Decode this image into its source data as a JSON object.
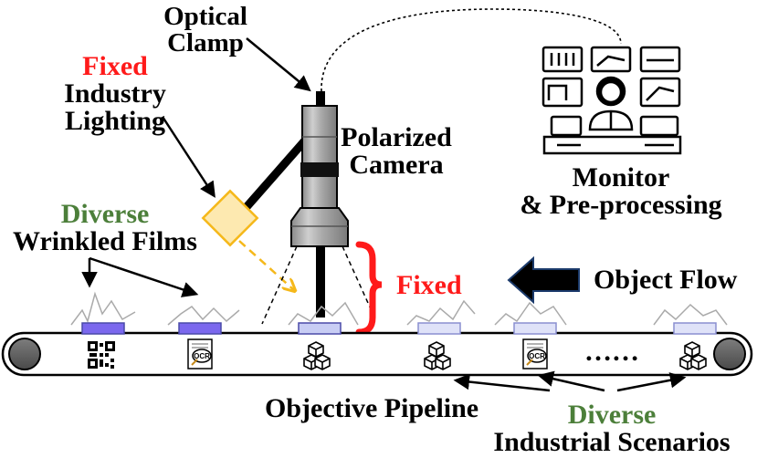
{
  "labels": {
    "optical_clamp_1": "Optical",
    "optical_clamp_2": "Clamp",
    "fixed_1": "Fixed",
    "industry": "Industry",
    "lighting": "Lighting",
    "polarized": "Polarized",
    "camera": "Camera",
    "monitor": "Monitor",
    "preprocessing": "& Pre-processing",
    "diverse_1": "Diverse",
    "wrinkled_films": "Wrinkled Films",
    "fixed_2": "Fixed",
    "object_flow": "Object Flow",
    "ellipsis": "……",
    "objective_pipeline": "Objective Pipeline",
    "diverse_2": "Diverse",
    "industrial_scenarios": "Industrial Scenarios"
  },
  "items": [
    {
      "icon": "qr-code-icon"
    },
    {
      "icon": "ocr-document-icon",
      "tag": "OCR"
    },
    {
      "icon": "cube-stack-icon"
    },
    {
      "icon": "cube-stack-icon"
    },
    {
      "icon": "ocr-document-icon",
      "tag": "OCR"
    },
    {
      "icon": "cube-stack-icon"
    }
  ],
  "colors": {
    "red": "#ff1a1a",
    "green": "#4c7f3a",
    "film_active": "#7b68ee",
    "film_light": "#c8cdf4",
    "light_fill": "#fde9b0",
    "light_beam": "#f5b81a",
    "camera_gray": "#9a9a9a"
  }
}
